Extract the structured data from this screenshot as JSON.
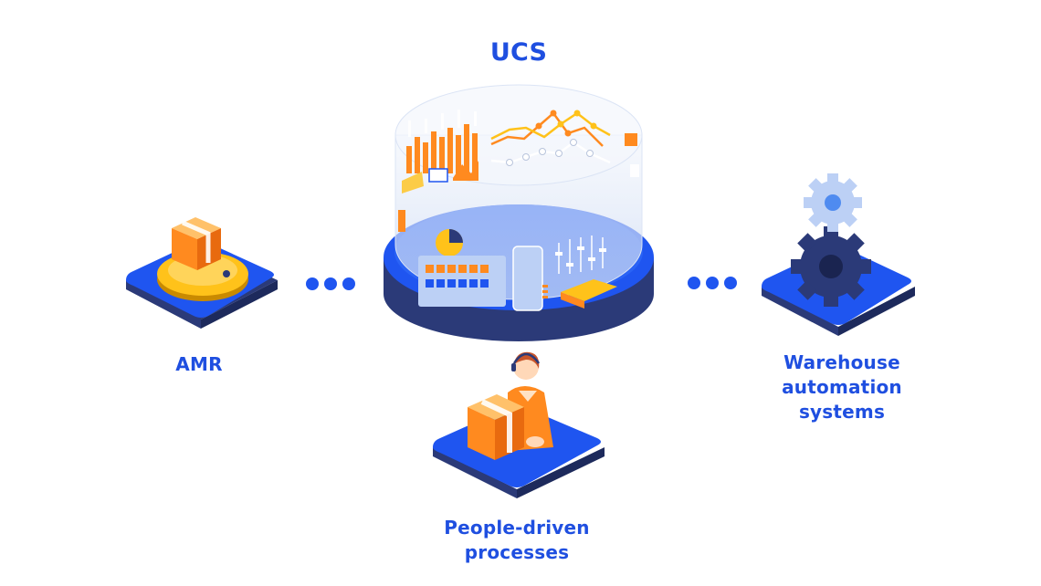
{
  "title": "UCS",
  "nodes": {
    "amr": {
      "label": "AMR"
    },
    "people": {
      "label_line1": "People-driven",
      "label_line2": "processes"
    },
    "warehouse": {
      "label_line1": "Warehouse",
      "label_line2": "automation",
      "label_line3": "systems"
    }
  },
  "connectors": {
    "left": "ellipsis",
    "right": "ellipsis"
  },
  "icons": {
    "amr": "robot-with-box-icon",
    "people": "worker-with-box-icon",
    "warehouse": "gear-stack-icon",
    "hub": "dashboard-cylinder-icon"
  },
  "colors": {
    "brand_blue": "#1f55f0",
    "platform_dark": "#2b3a78",
    "accent_orange": "#ff8a1f",
    "accent_yellow": "#ffc21a",
    "label_blue": "#1f4fe0"
  }
}
